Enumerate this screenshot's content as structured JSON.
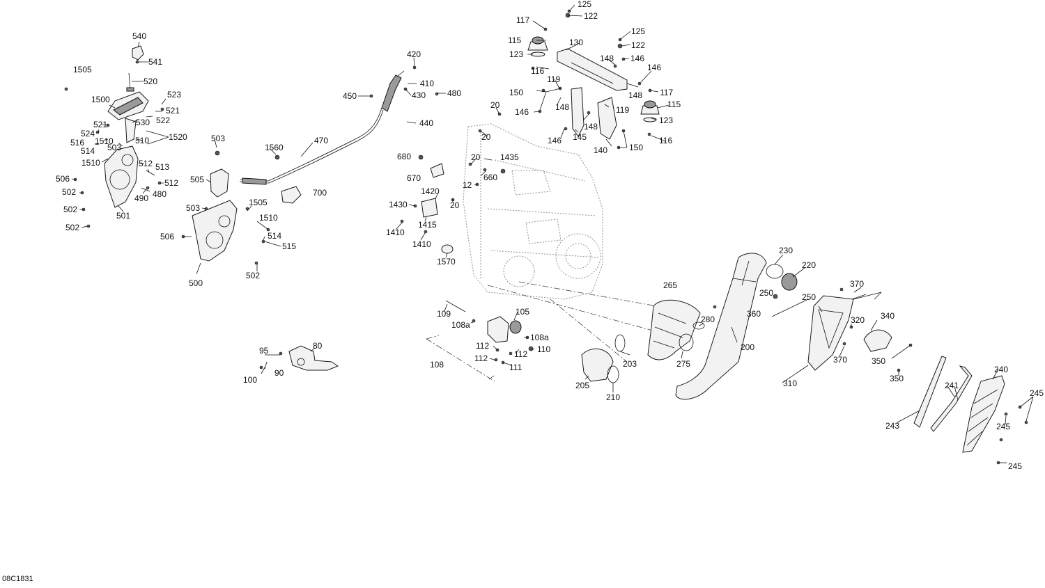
{
  "diagram": {
    "reference_code": "08C1831",
    "callouts": [
      "540",
      "541",
      "520",
      "1505",
      "1500",
      "523",
      "521",
      "522",
      "530",
      "521",
      "524",
      "516",
      "1510",
      "514",
      "503",
      "510",
      "1520",
      "1510",
      "512",
      "513",
      "506",
      "502",
      "512",
      "490",
      "480",
      "502",
      "501",
      "502",
      "503",
      "505",
      "1560",
      "470",
      "420",
      "410",
      "430",
      "450",
      "480",
      "440",
      "1505",
      "503",
      "1510",
      "700",
      "506",
      "514",
      "515",
      "500",
      "502",
      "95",
      "90",
      "100",
      "80",
      "117",
      "125",
      "122",
      "115",
      "130",
      "123",
      "116",
      "125",
      "122",
      "148",
      "146",
      "146",
      "119",
      "150",
      "148",
      "146",
      "148",
      "117",
      "148",
      "145",
      "146",
      "115",
      "123",
      "119",
      "140",
      "150",
      "116",
      "20",
      "20",
      "20",
      "680",
      "1435",
      "670",
      "660",
      "12",
      "1420",
      "20",
      "1430",
      "1415",
      "1410",
      "1410",
      "1570",
      "109",
      "105",
      "108a",
      "108a",
      "112",
      "110",
      "112",
      "112",
      "111",
      "108",
      "230",
      "220",
      "265",
      "250",
      "250",
      "370",
      "280",
      "360",
      "200",
      "320",
      "340",
      "275",
      "203",
      "205",
      "210",
      "370",
      "350",
      "310",
      "350",
      "240",
      "241",
      "245",
      "243",
      "245",
      "245"
    ]
  }
}
